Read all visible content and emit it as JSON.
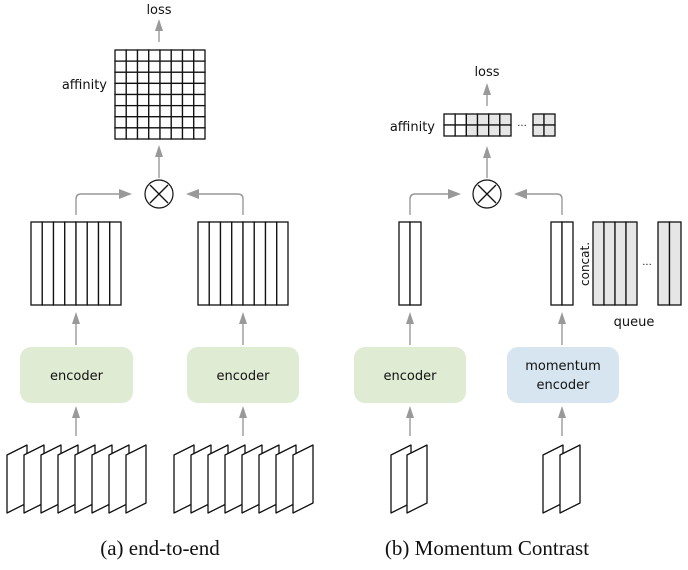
{
  "panels": {
    "a": {
      "caption": "(a) end-to-end",
      "loss_label": "loss",
      "affinity_label": "affinity",
      "affinity_grid": {
        "rows": 8,
        "cols": 8
      },
      "feature_columns": 8,
      "encoders": [
        {
          "label_lines": [
            "encoder"
          ],
          "color": "#e0ebd3"
        },
        {
          "label_lines": [
            "encoder"
          ],
          "color": "#e0ebd3"
        }
      ],
      "input_sheets": 8,
      "operator": "multiply"
    },
    "b": {
      "caption": "(b) Momentum Contrast",
      "loss_label": "loss",
      "affinity_label": "affinity",
      "affinity_row": {
        "rows": 2,
        "white_cols": 2,
        "gray_cols": 4,
        "tail_gray_cols": 2,
        "ellipsis": "..."
      },
      "query_columns": 2,
      "key_columns": 2,
      "concat_label": "concat.",
      "queue_label": "queue",
      "queue": {
        "main_cols": 4,
        "tail_cols": 2,
        "ellipsis": "...",
        "color": "#e6e6e6"
      },
      "encoders": [
        {
          "label_lines": [
            "encoder"
          ],
          "color": "#e0ebd3"
        },
        {
          "label_lines": [
            "momentum",
            "encoder"
          ],
          "color": "#d6e5f0"
        }
      ],
      "input_sheets": 2,
      "operator": "multiply"
    }
  },
  "colors": {
    "arrow": "#999999",
    "stroke": "#111111",
    "gray_cell": "#e6e6e6",
    "encoder_green": "#e0ebd3",
    "encoder_blue": "#d6e5f0"
  }
}
